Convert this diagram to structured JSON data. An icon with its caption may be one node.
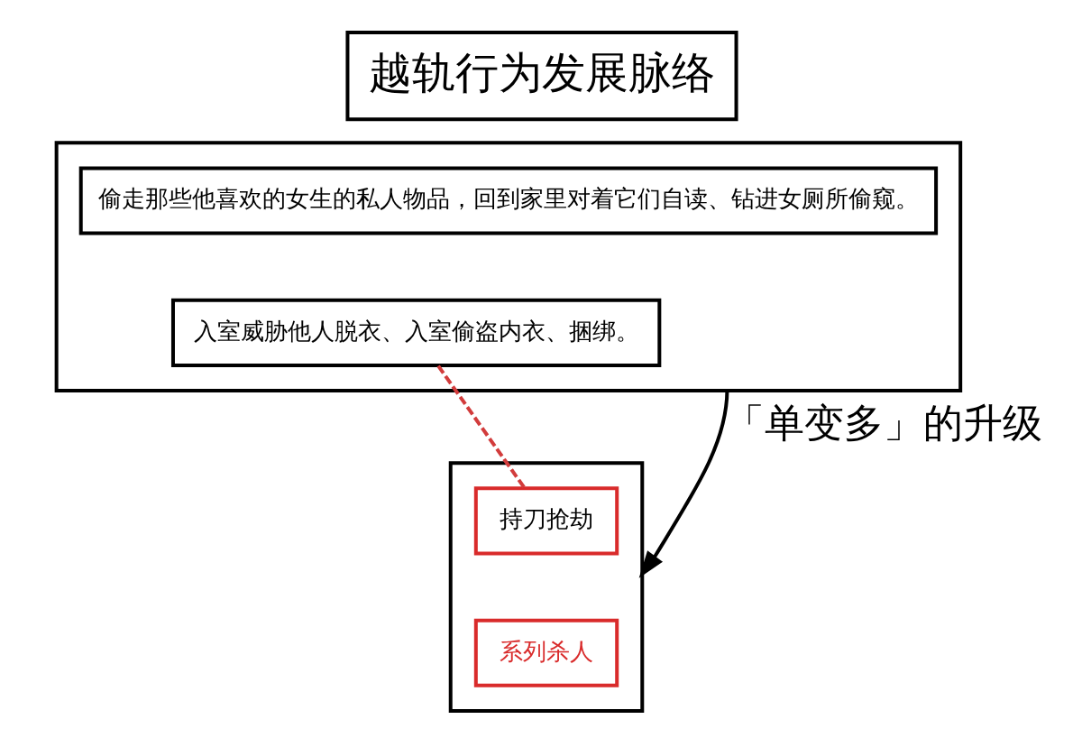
{
  "diagram": {
    "title": "越轨行为发展脉络",
    "nodes": [
      {
        "text": [],
        "shape": "box"
      },
      {
        "text": [
          "偷走那些他喜欢的女生的私人物品，回到家里对着它们自读、钻进女厕所偷窥。"
        ],
        "in": 0
      },
      {
        "text": [
          "入室威胁他人脱衣、入室偷盗内衣、捆绑。"
        ],
        "in": 0
      },
      {
        "text": [],
        "shape": "box"
      },
      {
        "text": [
          "持刀抢劫"
        ],
        "in": 3
      },
      {
        "text": [
          "系列杀人"
        ],
        "in": 3
      }
    ],
    "edges": [
      {
        "from": 0,
        "to": 3,
        "arrow": "to",
        "label": "「单变多」的升级"
      },
      {
        "from": 2,
        "to": 4,
        "arrow": "none",
        "style": "dashed",
        "color": "#d23c3c"
      }
    ]
  }
}
